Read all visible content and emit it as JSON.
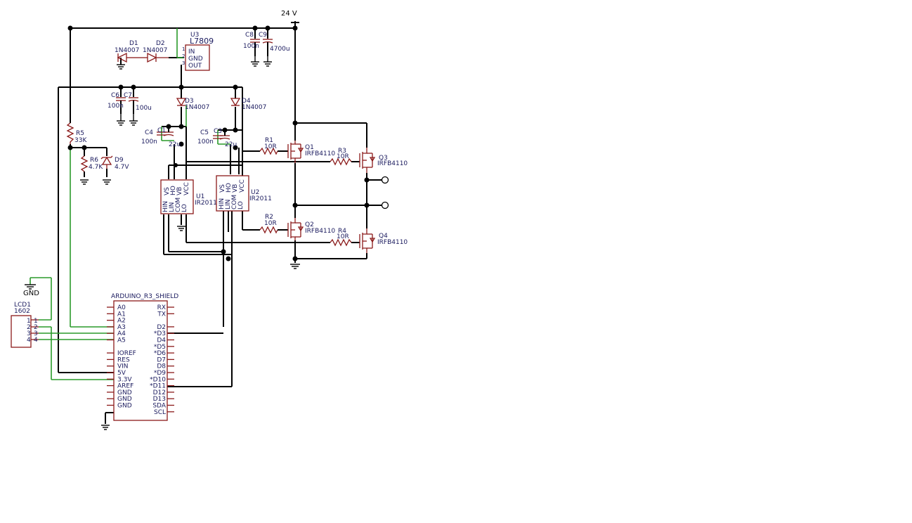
{
  "supply": {
    "label": "24 V"
  },
  "gnd_label": "GND",
  "u3": {
    "ref": "U3",
    "part": "L7809",
    "pins": [
      "IN",
      "GND",
      "OUT"
    ],
    "pin_nums": [
      "1",
      "2",
      "3"
    ]
  },
  "d1": {
    "ref": "D1",
    "part": "1N4007"
  },
  "d2": {
    "ref": "D2",
    "part": "1N4007"
  },
  "d3": {
    "ref": "D3",
    "part": "1N4007"
  },
  "d4": {
    "ref": "D4",
    "part": "1N4007"
  },
  "c8": {
    "ref": "C8",
    "value": "100n"
  },
  "c9": {
    "ref": "C9",
    "value": "4700u"
  },
  "c6": {
    "ref": "C6",
    "value": "100n"
  },
  "c7": {
    "ref": "C7",
    "value": "100u"
  },
  "c4": {
    "ref": "C4",
    "value": "100n"
  },
  "c1": {
    "ref": "C1",
    "value": "22u"
  },
  "c5": {
    "ref": "C5",
    "value": "100n"
  },
  "c3": {
    "ref": "C3",
    "value": "22u"
  },
  "r5": {
    "ref": "R5",
    "value": "33K"
  },
  "r6": {
    "ref": "R6",
    "value": "4.7K"
  },
  "d9": {
    "ref": "D9",
    "value": "4.7V"
  },
  "r1": {
    "ref": "R1",
    "value": "10R"
  },
  "r2": {
    "ref": "R2",
    "value": "10R"
  },
  "r3": {
    "ref": "R3",
    "value": "10R"
  },
  "r4": {
    "ref": "R4",
    "value": "10R"
  },
  "q1": {
    "ref": "Q1",
    "part": "IRFB4110"
  },
  "q2": {
    "ref": "Q2",
    "part": "IRFB4110"
  },
  "q3": {
    "ref": "Q3",
    "part": "IRFB4110"
  },
  "q4": {
    "ref": "Q4",
    "part": "IRFB4110"
  },
  "u1": {
    "ref": "U1",
    "part": "IR2011",
    "left_pins": [
      "HIN",
      "LIN",
      "COM",
      "LO"
    ],
    "right_pins": [
      "VS",
      "HO",
      "VB",
      "VCC"
    ]
  },
  "u2": {
    "ref": "U2",
    "part": "IR2011",
    "left_pins": [
      "HIN",
      "LIN",
      "COM",
      "LO"
    ],
    "right_pins": [
      "VS",
      "HO",
      "VB",
      "VCC"
    ]
  },
  "lcd": {
    "ref": "LCD1",
    "part": "1602",
    "pins": [
      "1",
      "2",
      "3",
      "4"
    ]
  },
  "arduino": {
    "title": "ARDUINO_R3_SHIELD",
    "left_pins": [
      "A0",
      "A1",
      "A2",
      "A3",
      "A4",
      "A5",
      "",
      "IOREF",
      "RES",
      "VIN",
      "5V",
      "3.3V",
      "AREF",
      "GND",
      "GND",
      "GND"
    ],
    "right_pins": [
      "RX",
      "TX",
      "",
      "D2",
      "*D3",
      "D4",
      "*D5",
      "*D6",
      "D7",
      "D8",
      "*D9",
      "*D10",
      "*D11",
      "D12",
      "D13",
      "SDA",
      "SCL"
    ]
  }
}
